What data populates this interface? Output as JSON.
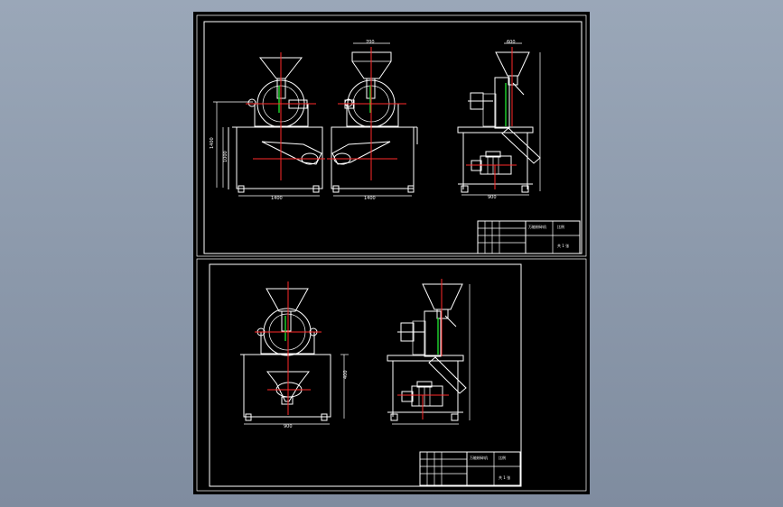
{
  "drawing": {
    "sheet1": {
      "dims": {
        "top_width": "700",
        "top_width_side": "600",
        "height_total": "1400",
        "height_base": "1000",
        "base_width_left": "1400",
        "base_width_right": "1400",
        "side_base": "900"
      },
      "title_block": {
        "title": "万能粉碎机",
        "weight_label": "比例",
        "sheet_label": "共 1 张"
      }
    },
    "sheet2": {
      "dims": {
        "base_width": "900",
        "outlet": "400"
      },
      "title_block": {
        "title": "万能粉碎机",
        "weight_label": "比例",
        "sheet_label": "共 1 张"
      }
    },
    "colors": {
      "background": "#8e9aad",
      "sheet": "#000000",
      "line": "#ffffff",
      "centerline": "#ff2a2a",
      "highlight": "#1ecb2a"
    }
  }
}
